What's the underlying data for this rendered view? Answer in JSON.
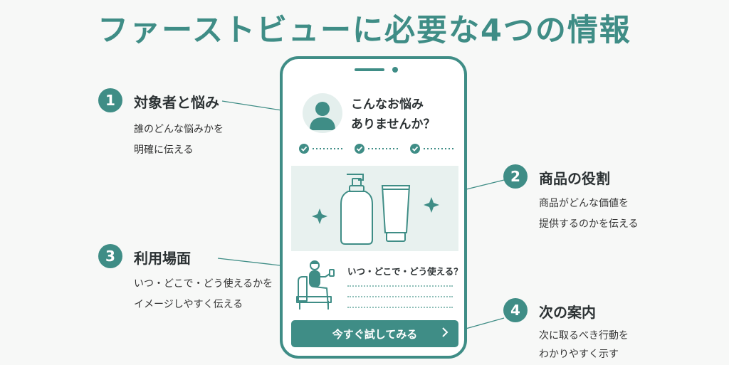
{
  "title": "ファーストビューに必要な4つの情報",
  "callouts": [
    {
      "number": "1",
      "heading": "対象者と悩み",
      "lines": [
        "誰のどんな悩みかを",
        "明確に伝える"
      ]
    },
    {
      "number": "2",
      "heading": "商品の役割",
      "lines": [
        "商品がどんな価値を",
        "提供するのかを伝える"
      ]
    },
    {
      "number": "3",
      "heading": "利用場面",
      "lines": [
        "いつ・どこで・どう使えるかを",
        "イメージしやすく伝える"
      ]
    },
    {
      "number": "4",
      "heading": "次の案内",
      "lines": [
        "次に取るべき行動を",
        "わかりやすく示す"
      ]
    }
  ],
  "phone": {
    "worry_lines": [
      "こんなお悩み",
      "ありませんか？"
    ],
    "scene_title": "いつ・どこで・どう使える？",
    "cta_label": "今すぐ試してみる",
    "cta_icon": "chevron-right-icon"
  },
  "colors": {
    "accent": "#3f8d86",
    "panel": "#e8f1ef",
    "text": "#2c3234"
  }
}
